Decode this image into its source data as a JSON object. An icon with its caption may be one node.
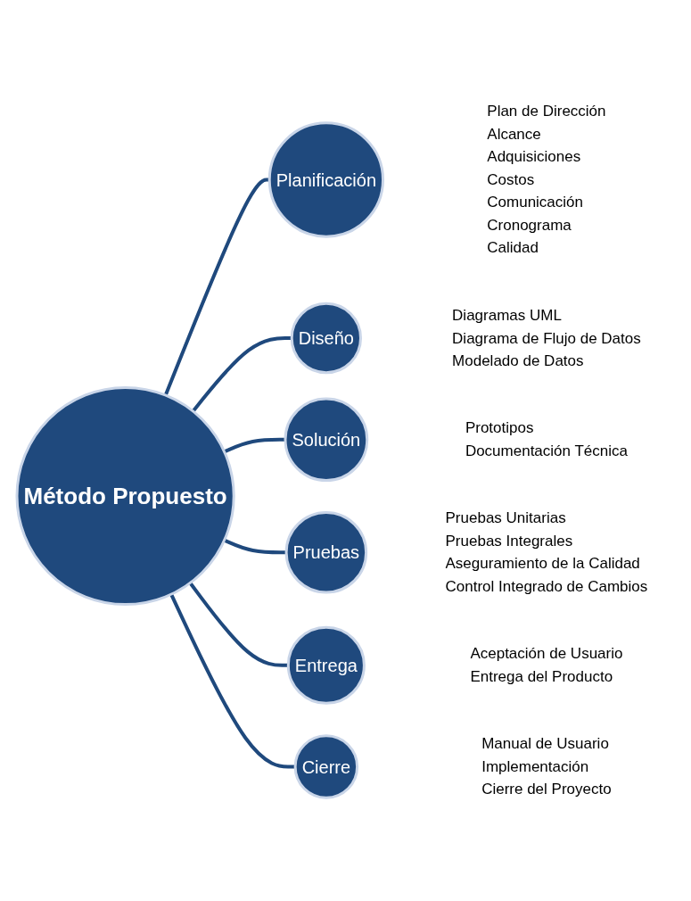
{
  "diagram": {
    "nodes": [
      {
        "text": [
          "Planificación"
        ],
        "beside": [
          "Plan de Dirección",
          "Alcance",
          "Adquisiciones",
          "Costos",
          "Comunicación",
          "Cronograma",
          "Calidad"
        ]
      },
      {
        "text": [
          "Diseño"
        ],
        "beside": [
          "Diagramas UML",
          "Diagrama de Flujo de Datos",
          "Modelado de Datos"
        ]
      },
      {
        "text": [
          "Solución"
        ],
        "beside": [
          "Prototipos",
          "Documentación Técnica"
        ]
      },
      {
        "text": [
          "Método Propuesto"
        ]
      },
      {
        "text": [
          "Pruebas"
        ],
        "beside": [
          "Pruebas Unitarias",
          "Pruebas Integrales",
          "Aseguramiento de la Calidad",
          "Control Integrado de Cambios"
        ]
      },
      {
        "text": [
          "Entrega"
        ],
        "beside": [
          "Aceptación de Usuario",
          "Entrega del Producto"
        ]
      },
      {
        "text": [
          "Cierre"
        ],
        "beside": [
          "Manual de Usuario",
          "Implementación",
          "Cierre del Proyecto"
        ]
      }
    ],
    "edges": [
      {
        "from": 3,
        "to": 0,
        "arrow": "none"
      },
      {
        "from": 3,
        "to": 1,
        "arrow": "none"
      },
      {
        "from": 3,
        "to": 2,
        "arrow": "none"
      },
      {
        "from": 3,
        "to": 4,
        "arrow": "none"
      },
      {
        "from": 3,
        "to": 5,
        "arrow": "none"
      },
      {
        "from": 3,
        "to": 6,
        "arrow": "none"
      }
    ]
  }
}
